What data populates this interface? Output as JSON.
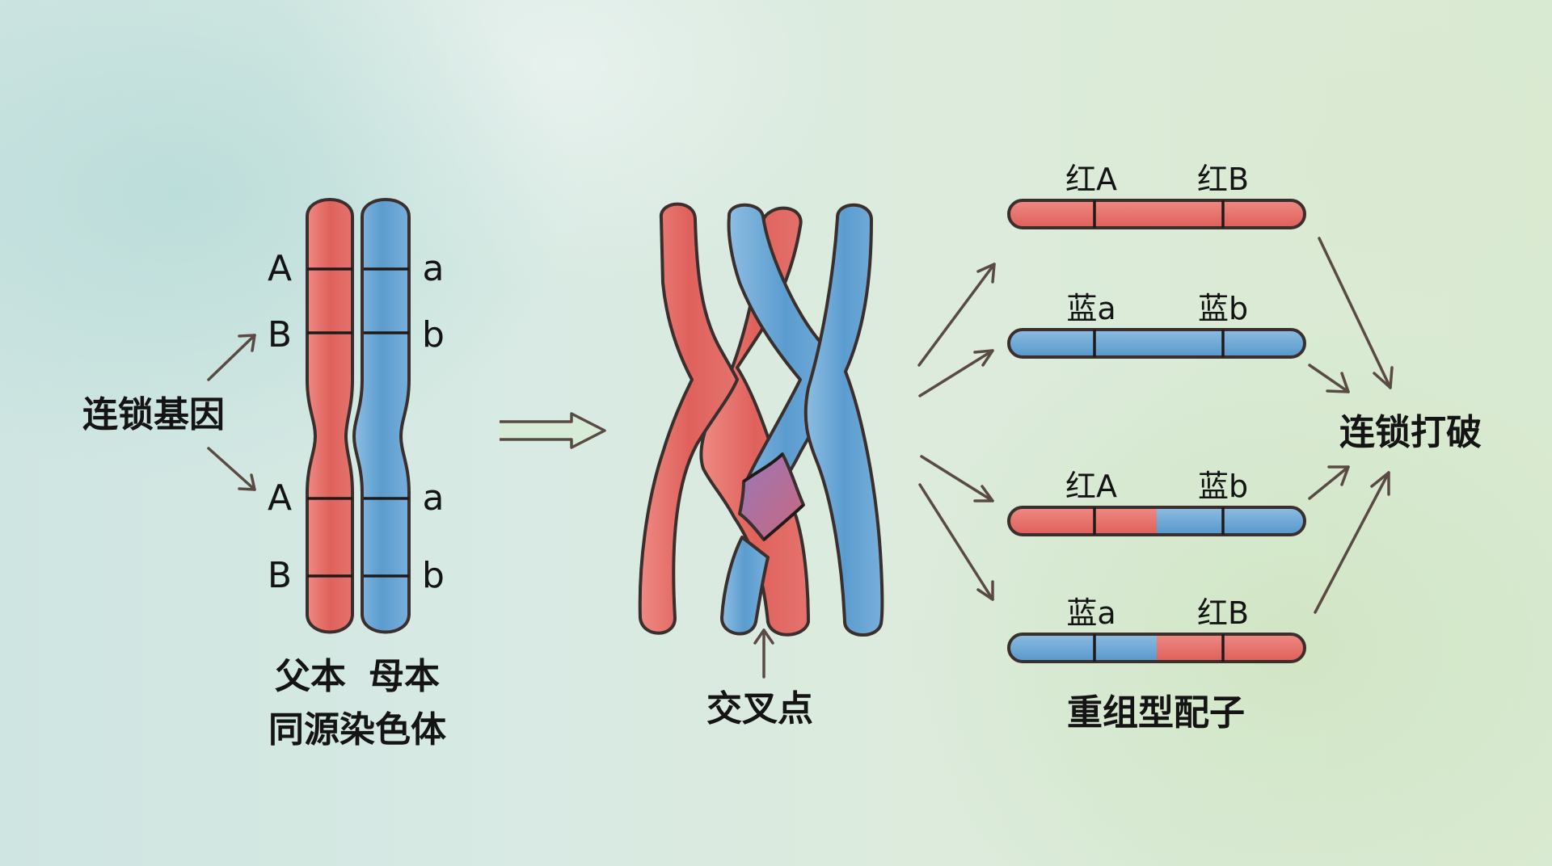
{
  "colors": {
    "red": "#e0615c",
    "red_light": "#ee8a83",
    "blue": "#5b9ccf",
    "blue_light": "#8dbde2",
    "overlap": "#a46aa3",
    "outline": "#3a2f2c",
    "arrow": "#5a4a44",
    "text": "#141414"
  },
  "left_panel": {
    "linked_genes_label": "连锁基因",
    "paternal_genes": [
      "A",
      "B",
      "A",
      "B"
    ],
    "maternal_genes": [
      "a",
      "b",
      "a",
      "b"
    ],
    "parent_labels": {
      "paternal": "父本",
      "maternal": "母本"
    },
    "caption": "同源染色体"
  },
  "middle_panel": {
    "crossover_label": "交叉点"
  },
  "right_panel": {
    "gametes": [
      {
        "left_label": "红A",
        "right_label": "红B",
        "colors": [
          "red",
          "red"
        ]
      },
      {
        "left_label": "蓝a",
        "right_label": "蓝b",
        "colors": [
          "blue",
          "blue"
        ]
      },
      {
        "left_label": "红A",
        "right_label": "蓝b",
        "colors": [
          "red",
          "blue"
        ]
      },
      {
        "left_label": "蓝a",
        "right_label": "红B",
        "colors": [
          "blue",
          "red"
        ]
      }
    ],
    "caption": "重组型配子",
    "result_label": "连锁打破"
  }
}
